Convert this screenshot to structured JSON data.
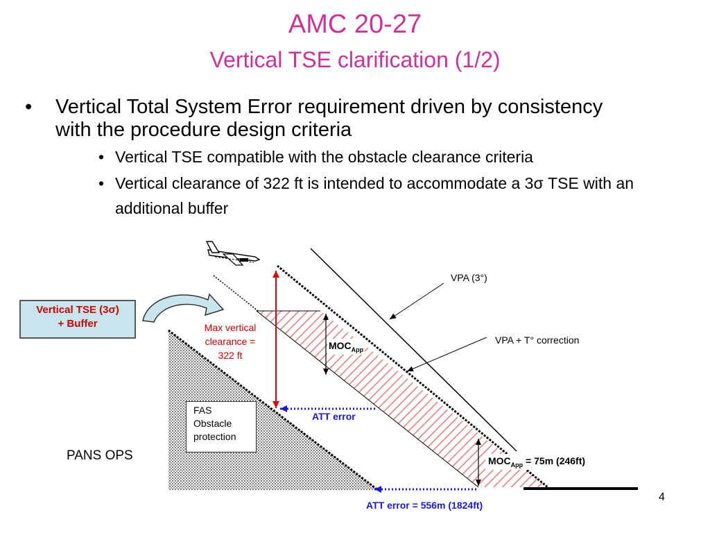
{
  "title": {
    "line1": "AMC 20-27",
    "line2": "Vertical TSE clarification (1/2)"
  },
  "bullets": {
    "main_symbol": "•",
    "main_text": "Vertical Total System Error requirement driven by consistency with the procedure design criteria",
    "sub_symbol": "•",
    "sub": [
      "Vertical TSE compatible with the obstacle clearance criteria",
      "Vertical clearance of 322 ft is intended to accommodate a 3σ TSE with an additional buffer"
    ]
  },
  "diagram": {
    "tse_box": {
      "line1": "Vertical TSE (3σ)",
      "line2": "+ Buffer"
    },
    "max_vertical_clearance": {
      "line1": "Max vertical",
      "line2": "clearance =",
      "line3": "322 ft"
    },
    "moc_upper": {
      "main": "MOC",
      "sub": "App"
    },
    "moc_lower": {
      "main": "MOC",
      "sub": "App",
      "suffix": " = 75m (246ft)"
    },
    "vpa_label": "VPA (3°)",
    "vpa_correction_label": "VPA + T° correction",
    "fas_box": {
      "line1": "FAS",
      "line2": "Obstacle",
      "line3": "protection"
    },
    "att_error": "ATT error",
    "att_error_bottom": "ATT error = 556m (1824ft)",
    "pans_ops": "PANS OPS",
    "icons": [
      "airplane-icon",
      "curved-arrow-icon"
    ],
    "colors": {
      "title": "#cc3399",
      "red": "#cc0000",
      "blue": "#1a1ad0",
      "hatch_red": "#e87a7a",
      "tse_box_fill": "#c9e6ef"
    }
  },
  "page_number": "4"
}
